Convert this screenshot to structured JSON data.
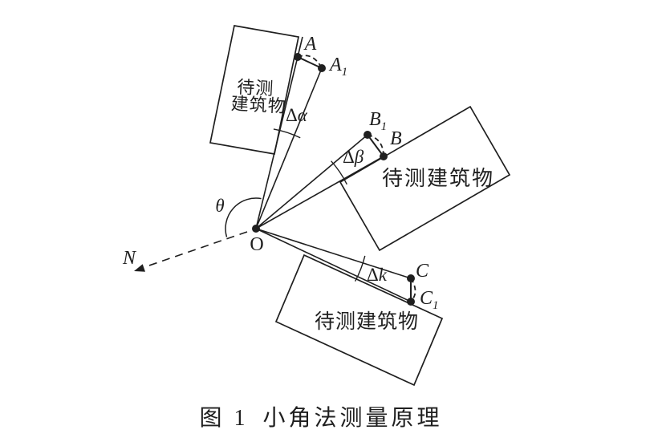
{
  "figure": {
    "caption": {
      "prefix": "图 1",
      "title": "小角法测量原理"
    },
    "buildings": {
      "top": {
        "line1": "待测",
        "line2": "建筑物"
      },
      "middle": {
        "label": "待测建筑物"
      },
      "bottom": {
        "label": "待测建筑物"
      }
    },
    "points": {
      "O": "O",
      "A": "A",
      "A1": {
        "base": "A",
        "sub": "1"
      },
      "B": "B",
      "B1": {
        "base": "B",
        "sub": "1"
      },
      "C": "C",
      "C1": {
        "base": "C",
        "sub": "1"
      },
      "N": "N"
    },
    "angles": {
      "theta": "θ",
      "alpha": {
        "delta": "Δ",
        "var": "α"
      },
      "beta": {
        "delta": "Δ",
        "var": "β"
      },
      "k": {
        "delta": "Δ",
        "var": "k"
      }
    },
    "colors": {
      "ink": "#1f1f1f",
      "background": "#ffffff"
    }
  }
}
